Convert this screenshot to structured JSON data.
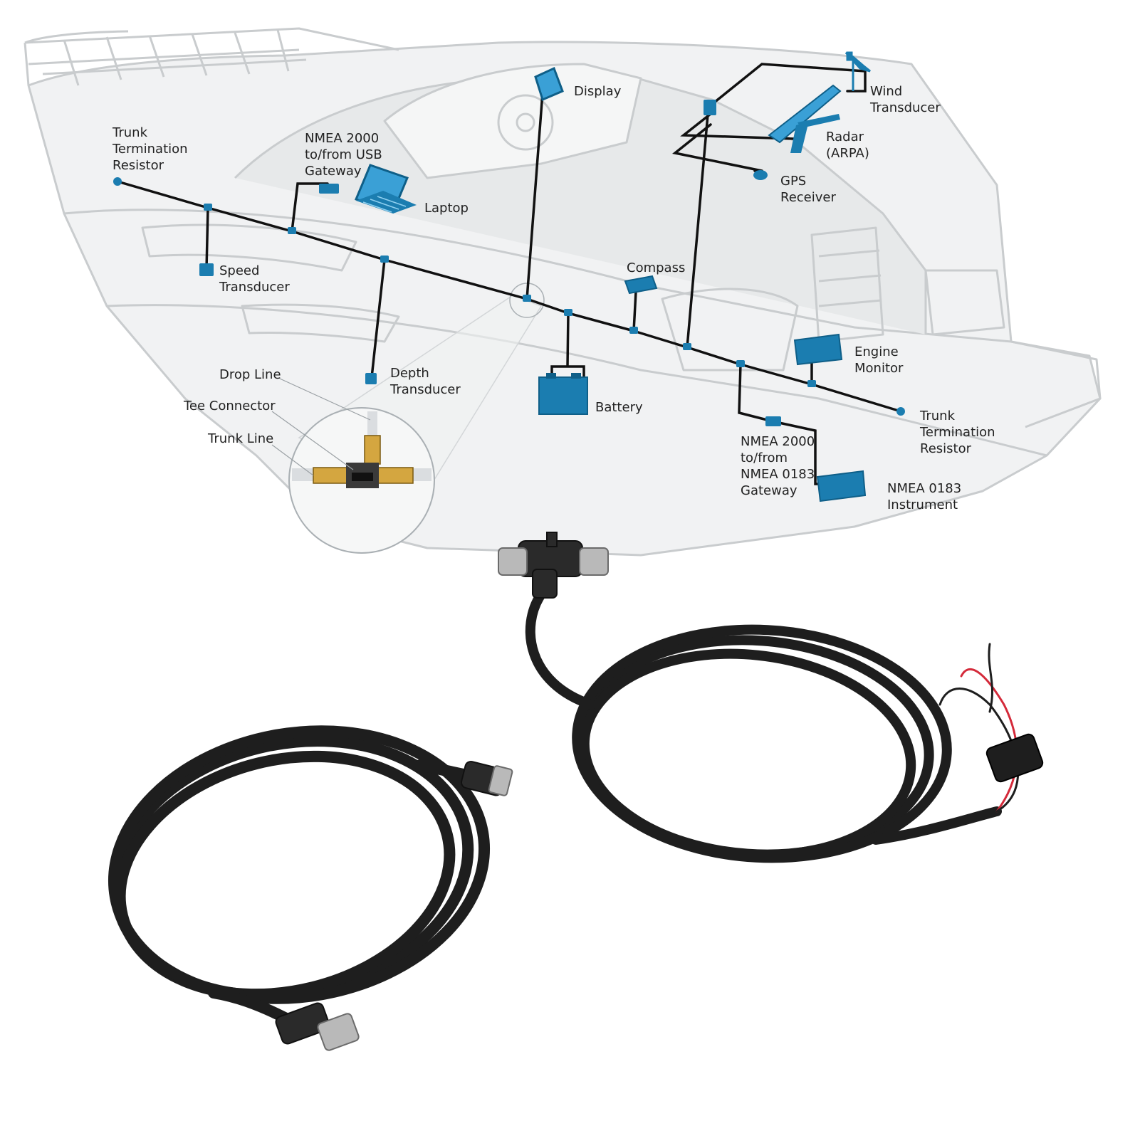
{
  "colors": {
    "background": "#ffffff",
    "boat_outline": "#c9ccce",
    "boat_fill": "#eceeef",
    "device_blue": "#1b7db0",
    "device_blue_dark": "#0f5f88",
    "trunk_line": "#111111",
    "cable": "#1e1e1e",
    "connector_metal": "#b9b9b9",
    "red_wire": "#d42a3a",
    "label_text": "#222222"
  },
  "labels": {
    "trunk_resistor_left": [
      "Trunk",
      "Termination",
      "Resistor"
    ],
    "usb_gateway": [
      "NMEA 2000",
      "to/from USB",
      "Gateway"
    ],
    "laptop": [
      "Laptop"
    ],
    "display": [
      "Display"
    ],
    "wind_transducer": [
      "Wind",
      "Transducer"
    ],
    "radar": [
      "Radar",
      "(ARPA)"
    ],
    "gps_receiver": [
      "GPS",
      "Receiver"
    ],
    "speed_transducer": [
      "Speed",
      "Transducer"
    ],
    "compass": [
      "Compass"
    ],
    "engine_monitor": [
      "Engine",
      "Monitor"
    ],
    "drop_line": [
      "Drop Line"
    ],
    "tee_connector": [
      "Tee Connector"
    ],
    "trunk_line": [
      "Trunk Line"
    ],
    "depth_transducer": [
      "Depth",
      "Transducer"
    ],
    "battery": [
      "Battery"
    ],
    "trunk_resistor_right": [
      "Trunk",
      "Termination",
      "Resistor"
    ],
    "nmea0183_gateway": [
      "NMEA 2000",
      "to/from",
      "NMEA 0183",
      "Gateway"
    ],
    "nmea0183_instrument": [
      "NMEA 0183",
      "Instrument"
    ]
  },
  "icons": {
    "laptop": "laptop-icon",
    "display": "display-icon",
    "battery": "battery-icon",
    "radar": "radar-antenna-icon",
    "wind": "wind-vane-icon",
    "gps": "gps-dome-icon",
    "compass": "compass-box-icon",
    "engine": "engine-monitor-box-icon",
    "instrument": "instrument-box-icon",
    "tee": "tee-connector-icon"
  }
}
